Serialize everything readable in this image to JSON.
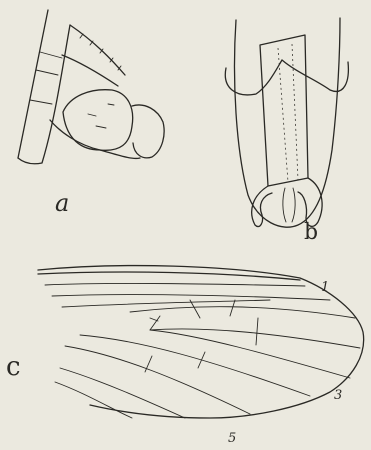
{
  "figure": {
    "labels": {
      "a": "a",
      "b": "b",
      "c": "c",
      "vein_1": "1",
      "vein_3": "3",
      "vein_5": "5"
    },
    "colors": {
      "paper": "#ebe9df",
      "ink": "#2a2925"
    }
  }
}
